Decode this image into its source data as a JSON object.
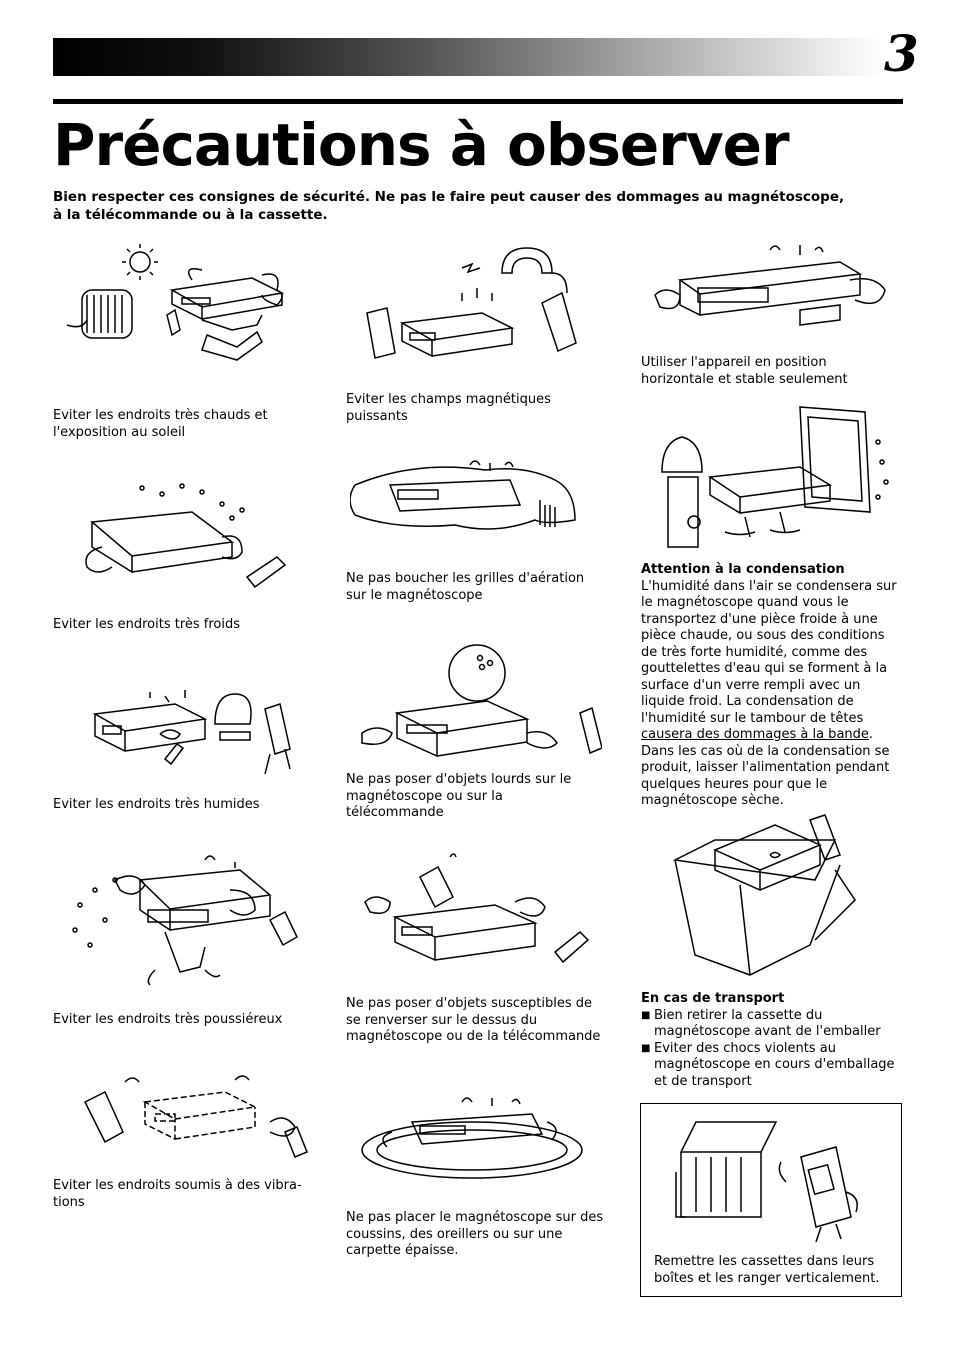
{
  "page": {
    "number": "3",
    "title": "Précautions à observer",
    "intro": "Bien respecter ces consignes de sécurité. Ne pas le faire peut causer des dommages au magnétoscope, à la télécommande ou à la cassette."
  },
  "col1": [
    {
      "caption": "Eviter les endroits très chauds et l'exposition au soleil"
    },
    {
      "caption": "Eviter les endroits très froids"
    },
    {
      "caption": "Eviter les endroits très humides"
    },
    {
      "caption": "Eviter les endroits très poussiéreux"
    },
    {
      "caption": "Eviter les endroits soumis à des vibra-tions"
    }
  ],
  "col2": [
    {
      "caption": "Eviter les champs magnétiques puissants"
    },
    {
      "caption": "Ne pas boucher les grilles d'aération sur le magnétoscope"
    },
    {
      "caption": "Ne pas poser d'objets lourds sur le magnétoscope ou sur la télécommande"
    },
    {
      "caption": "Ne pas poser d'objets susceptibles de se renverser sur le dessus du magnétoscope ou de la télécommande"
    },
    {
      "caption": "Ne pas placer le magnétoscope sur des coussins, des oreillers ou sur une carpette épaisse."
    }
  ],
  "col3": {
    "horizontal": "Utiliser l'appareil en position horizontale et stable seulement",
    "condensation": {
      "title": "Attention à la condensation",
      "text_before": "L'humidité dans l'air se condensera sur le magnétoscope quand vous le transportez d'une pièce froide à une pièce chaude, ou sous des conditions de très forte humidité, comme des gouttelettes d'eau qui se forment à la surface d'un verre rempli avec un liquide froid. La condensation de l'humidité sur le tambour de têtes ",
      "text_underline": "causera des dommages à la bande",
      "text_after": ". Dans les cas où de la condensation se produit, laisser l'alimentation pendant quelques heures pour que le magnétoscope sèche."
    },
    "transport": {
      "title": "En cas de transport",
      "items": [
        "Bien retirer la cassette du magnétoscope avant de l'emballer",
        "Eviter des chocs violents au magnétoscope en cours d'emballage et de transport"
      ]
    },
    "storage": "Remettre les cassettes dans leurs boîtes et les ranger verticalement."
  }
}
